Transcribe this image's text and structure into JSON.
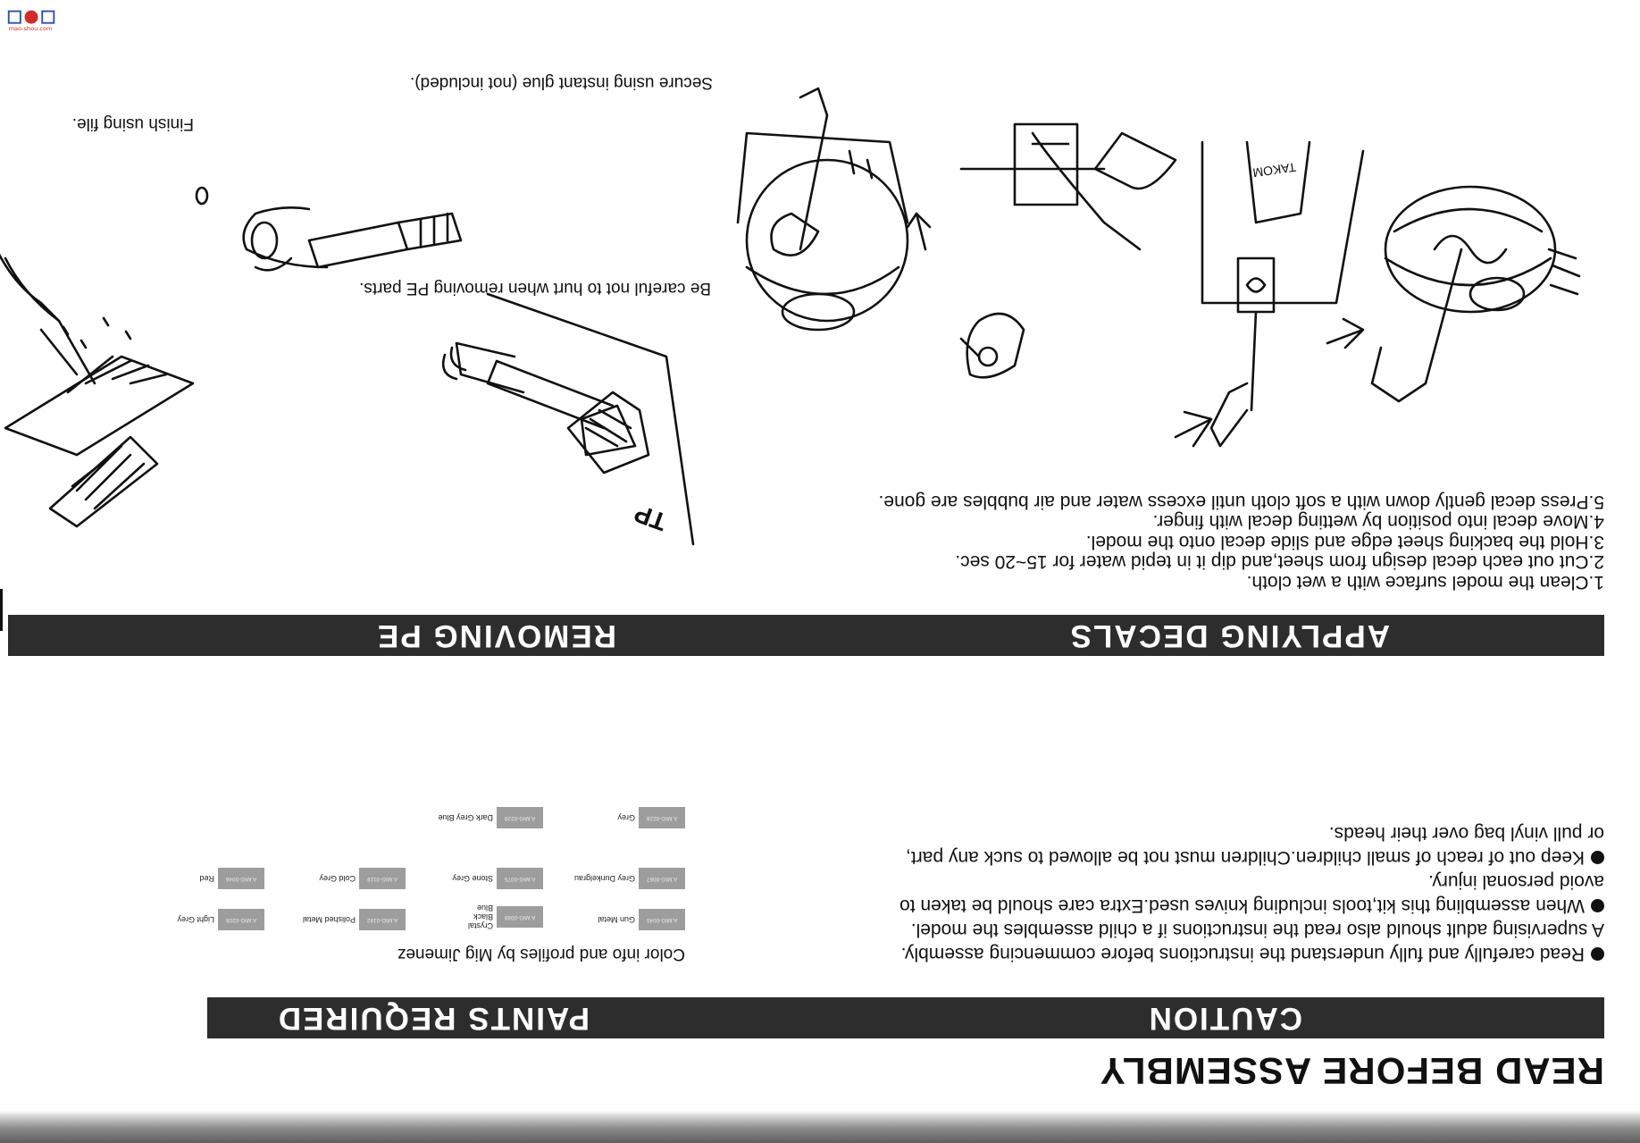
{
  "title": "READ BEFORE ASSEMBLY",
  "sections": {
    "caution": "CAUTION",
    "paints_required": "PAINTS REQUIRED",
    "applying_decals": "APPLYING DECALS",
    "removing_pe": "REMOVING PE"
  },
  "caution": {
    "items": [
      "Read carefully and fully understand the instructions before commencing assembly.",
      "A supervising adult should also read the instructions if a child assembles the model.",
      "When assembling this kit,tools including knives used.Extra care should be taken to",
      "avoid personal injury.",
      "Keep out of reach of small children.Children must not be allowed to suck any part,",
      "or pull vinyl bag over their heads."
    ]
  },
  "paints": {
    "note": "Color info and profiles by Mig Jimenez",
    "swatches": [
      {
        "code": "A.MIG-0045",
        "name": "Gun Metal"
      },
      {
        "code": "A.MIG-0089",
        "name": "Crystal Black Blue"
      },
      {
        "code": "A.MIG-0192",
        "name": "Polished Metal"
      },
      {
        "code": "A.MIG-0208",
        "name": "Light Grey"
      },
      {
        "code": "A.MIG-0067",
        "name": "Grey Dunkelgrau"
      },
      {
        "code": "A.MIG-0075",
        "name": "Stone Grey"
      },
      {
        "code": "A.MIG-0119",
        "name": "Cold Grey"
      },
      {
        "code": "A.MIG-0046",
        "name": "Red"
      },
      {
        "code": "A.MIG-0228",
        "name": "Grey"
      },
      {
        "code": "A.MIG-0229",
        "name": "Dark Grey Blue"
      }
    ]
  },
  "decals": {
    "steps": [
      "1.Clean the model surface with a wet cloth.",
      "2.Cut out each decal design from sheet,and dip it in tepid water for 15~20 sec.",
      "3.Hold the backing sheet edge and slide decal onto the model.",
      "4.Move decal into position by wetting decal with finger.",
      "5.Press decal gently down with a soft cloth until excess water and air bubbles are gone."
    ],
    "sheet_label": "TAKOM"
  },
  "pe": {
    "fret_label": "TP",
    "captions": [
      "Be careful not to hurt when removing PE parts.",
      "Secure using instant glue (not included).",
      "Finish using file."
    ]
  },
  "watermark": "mao-shou.com"
}
